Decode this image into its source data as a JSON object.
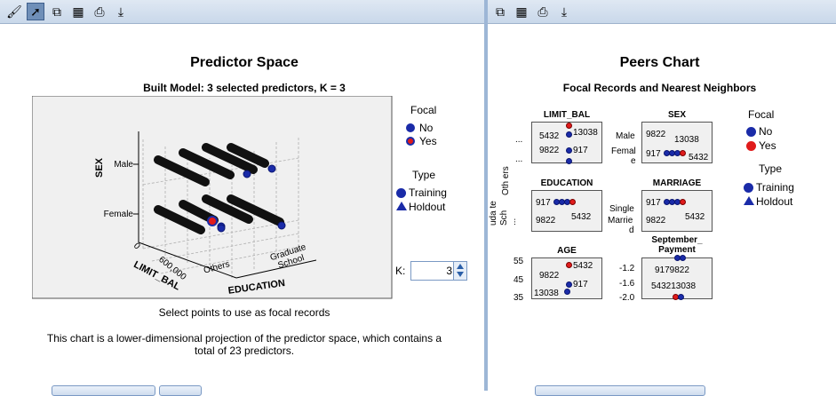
{
  "left_pane": {
    "title": "Predictor Space",
    "subtitle": "Built Model: 3 selected predictors, K = 3",
    "axis_sex": "SEX",
    "tick_male": "Male",
    "tick_female": "Female",
    "tick_limit0": "0",
    "tick_limit600": "600,000",
    "axis_limit_bal": "LIMIT_BAL",
    "tick_others": "Others",
    "tick_grad": "Graduate School",
    "axis_education": "EDUCATION",
    "legend_focal_title": "Focal",
    "legend_no": "No",
    "legend_yes": "Yes",
    "legend_type_title": "Type",
    "legend_training": "Training",
    "legend_holdout": "Holdout",
    "k_label": "K:",
    "k_value": "3",
    "footer1": "Select points to use as focal records",
    "footer2": "This chart is a lower-dimensional projection of the predictor space, which contains a total of 23 predictors."
  },
  "right_pane": {
    "title": "Peers Chart",
    "subtitle": "Focal Records and Nearest Neighbors",
    "legend_focal_title": "Focal",
    "legend_no": "No",
    "legend_yes": "Yes",
    "legend_type_title": "Type",
    "legend_training": "Training",
    "legend_holdout": "Holdout",
    "cells": {
      "limit": {
        "title": "LIMIT_BAL",
        "l1": "5432",
        "l2": "13038",
        "l3": "9822",
        "l4": "917",
        "ellipsis1": "...",
        "ellipsis2": "..."
      },
      "sex": {
        "title": "SEX",
        "tick1": "Male",
        "tick2a": "Femal",
        "tick2b": "e",
        "l1": "9822",
        "l2": "13038",
        "l3": "917",
        "l4": "5432"
      },
      "education": {
        "title": "EDUCATION",
        "tickA": "Oth ers",
        "tickB": "Sch",
        "tickC": "...",
        "tickD": "uda te",
        "l1": "917",
        "l2": "9822",
        "l3": "5432"
      },
      "marriage": {
        "title": "MARRIAGE",
        "tick1": "Single",
        "tick2a": "Marrie",
        "tick2b": "d",
        "l1": "917",
        "l2": "9822",
        "l3": "5432"
      },
      "age": {
        "title": "AGE",
        "tick1": "55",
        "tick2": "45",
        "tick3": "35",
        "l1": "9822",
        "l2": "5432",
        "l3": "917",
        "l4": "13038"
      },
      "sep": {
        "title": "September_ Payment",
        "tick1": "-1.2",
        "tick2": "-1.6",
        "tick3": "-2.0",
        "l1": "9179822",
        "l2": "543213038"
      }
    }
  }
}
